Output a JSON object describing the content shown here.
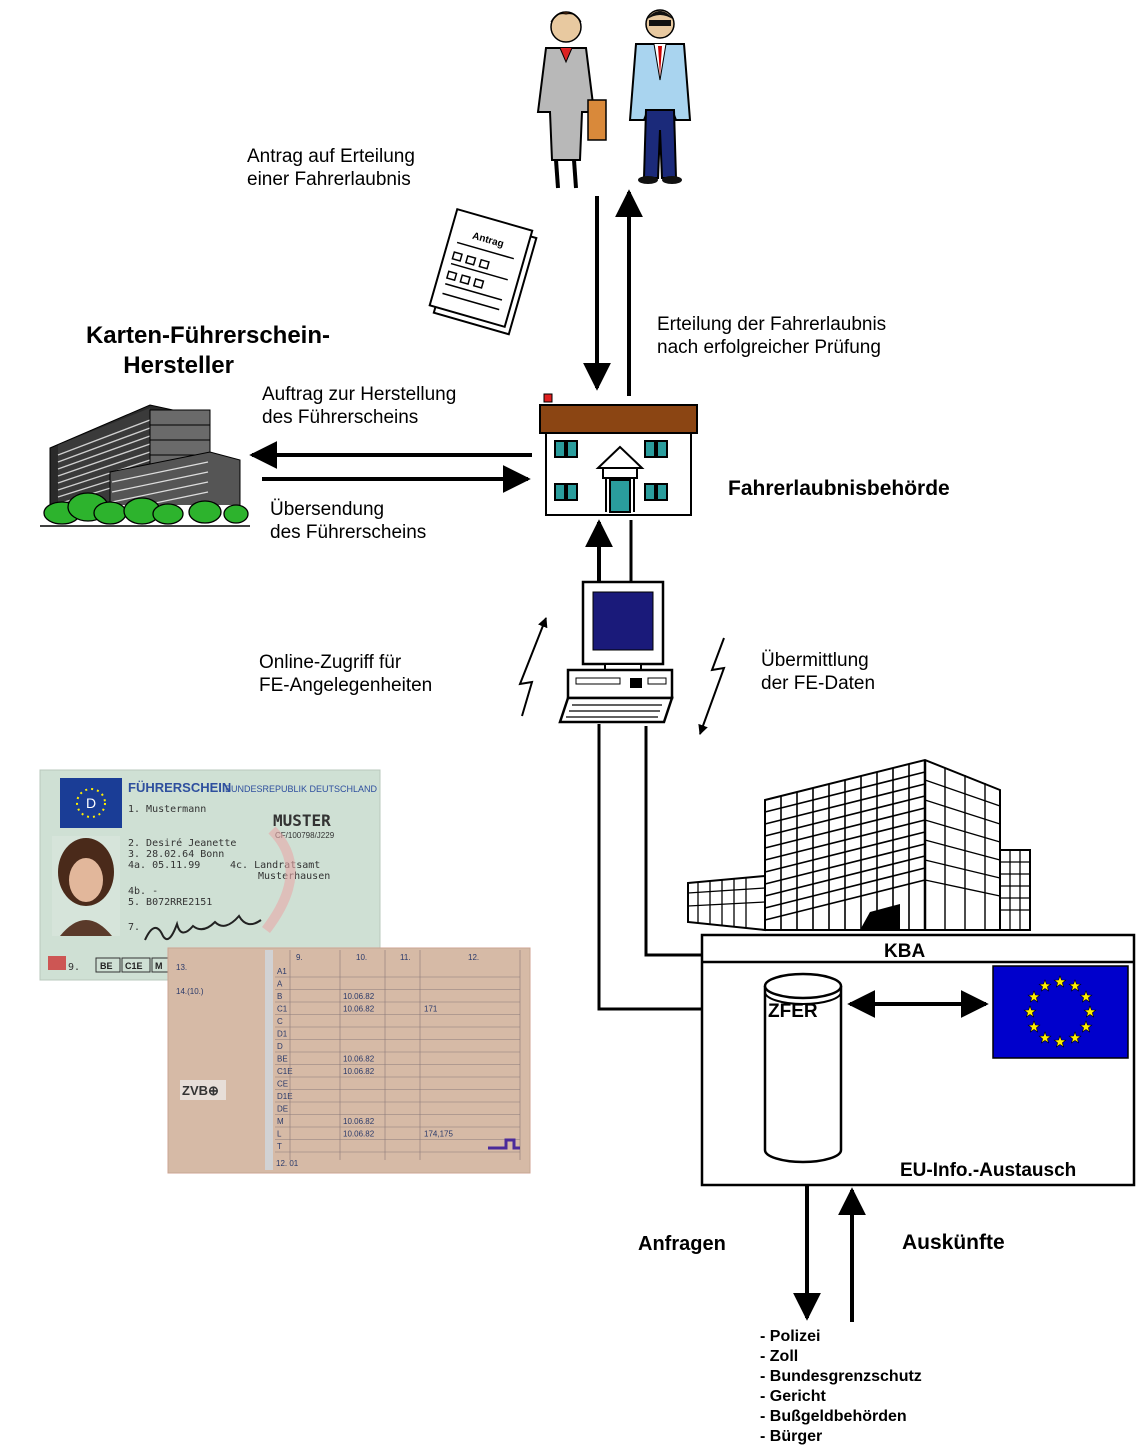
{
  "labels": {
    "antrag_line1": "Antrag auf Erteilung",
    "antrag_line2": "einer Fahrerlaubnis",
    "antrag_doc": "Antrag",
    "erteilung_line1": "Erteilung der Fahrerlaubnis",
    "erteilung_line2": "nach erfolgreicher Prüfung",
    "hersteller_line1": "Karten-Führerschein-",
    "hersteller_line2": "Hersteller",
    "auftrag_line1": "Auftrag zur Herstellung",
    "auftrag_line2": "des Führerscheins",
    "uebersendung_line1": "Übersendung",
    "uebersendung_line2": "des Führerscheins",
    "behoerde": "Fahrerlaubnisbehörde",
    "online_line1": "Online-Zugriff für",
    "online_line2": "FE-Angelegenheiten",
    "uebermittlung_line1": "Übermittlung",
    "uebermittlung_line2": "der FE-Daten",
    "kba": "KBA",
    "zfer": "ZFER",
    "eu_exchange": "EU-Info.-Austausch",
    "anfragen": "Anfragen",
    "auskuenfte": "Auskünfte"
  },
  "license_card": {
    "header": "FÜHRERSCHEIN",
    "country": "BUNDESREPUBLIK DEUTSCHLAND",
    "country_code": "D",
    "muster": "MUSTER",
    "number": "CF/100798/J229",
    "field1": "1. Mustermann",
    "field2": "2. Desiré Jeanette",
    "field3": "3. 28.02.64 Bonn",
    "field4a": "4a. 05.11.99",
    "field4c": "4c. Landratsamt",
    "field4c_2": "Musterhausen",
    "field4b": "4b. -",
    "field5": "5. B072RRE2151",
    "field7": "7.",
    "field9": "9.",
    "categories": [
      "BE",
      "C1E",
      "M"
    ],
    "back_header": [
      "9.",
      "10.",
      "11.",
      "12."
    ],
    "back_rows": [
      "A1",
      "A",
      "B",
      "C1",
      "C",
      "D1",
      "D",
      "BE",
      "C1E",
      "CE",
      "D1E",
      "DE",
      "M",
      "L",
      "T"
    ],
    "back_date": "10.06.82",
    "back_note": "171",
    "back_note2": "174,175",
    "back_label13": "13.",
    "back_label14": "14.(10.)",
    "back_footer": "12. 01"
  },
  "recipients": [
    "- Polizei",
    "- Zoll",
    "- Bundesgrenzschutz",
    "- Gericht",
    "- Bußgeldbehörden",
    "- Bürger"
  ],
  "colors": {
    "roof": "#8b4513",
    "door": "#2a9d9d",
    "tree": "#2db32d",
    "screen": "#1a1a7a",
    "eu_blue": "#0000cc",
    "eu_star": "#ffee00",
    "card_front": "#cfe0d4",
    "card_back": "#e9b9a8"
  }
}
